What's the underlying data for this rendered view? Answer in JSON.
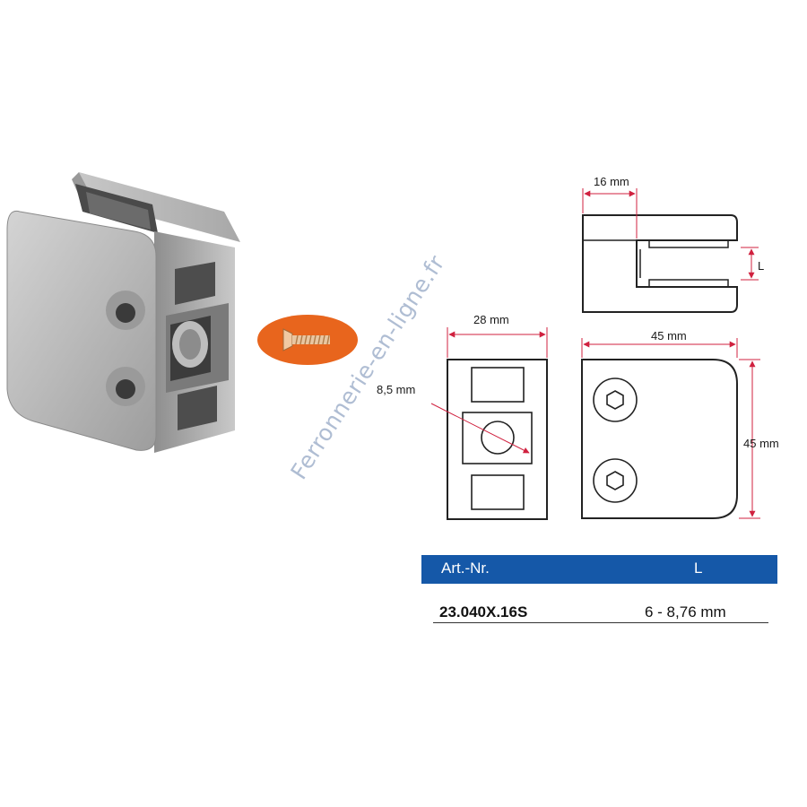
{
  "watermark": "Ferronnerie-en-ligne.fr",
  "dimensions": {
    "top_width": "16 mm",
    "gap": "L",
    "left_width": "28 mm",
    "right_width": "45 mm",
    "hole": "8,5 mm",
    "height": "45 mm"
  },
  "table": {
    "header": {
      "col1": "Art.-Nr.",
      "col2": "L"
    },
    "rows": [
      {
        "art": "23.040X.16S",
        "l": "6 - 8,76 mm"
      }
    ]
  },
  "colors": {
    "header_bg": "#1558a8",
    "screw_badge": "#e8651d",
    "dim_red": "#d0213f"
  },
  "icons": [
    "glass-clamp-photo",
    "countersunk-screw-icon",
    "hex-socket-icon"
  ]
}
